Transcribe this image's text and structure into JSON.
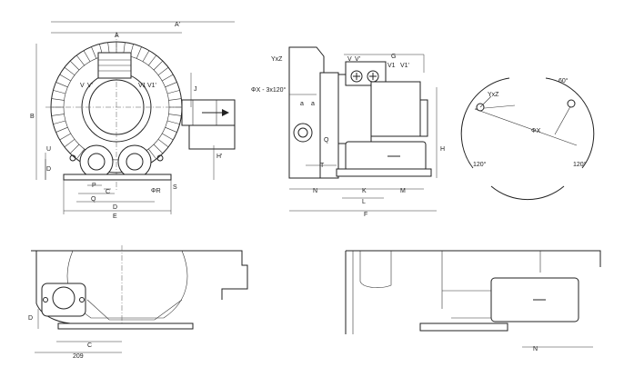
{
  "views": {
    "front": {
      "labels": {
        "A_prime": "A'",
        "A": "A",
        "B": "B",
        "U": "U",
        "D": "D",
        "V": "V",
        "V_prime": "V'",
        "V1": "V1",
        "V1_prime": "V1'",
        "J": "J",
        "H_prime": "H'",
        "P": "P",
        "C": "C",
        "Q": "Q",
        "D_bottom": "D",
        "E": "E",
        "PhiR": "ΦR",
        "S": "S"
      }
    },
    "side": {
      "labels": {
        "YxZ": "YxZ",
        "PhiX_holes": "ΦX - 3x120°",
        "a1": "a",
        "a2": "a",
        "V": "V",
        "V_prime": "V'",
        "V1": "V1",
        "V1_prime": "V1'",
        "G": "G",
        "Q": "Q",
        "T": "T",
        "H": "H",
        "N": "N",
        "K": "K",
        "M": "M",
        "L": "L",
        "F": "F"
      }
    },
    "flange": {
      "labels": {
        "YxZ": "YxZ",
        "angle_top": "60°",
        "PhiX": "ΦX",
        "angle_left": "120°",
        "angle_right": "120°"
      }
    },
    "bottom_left": {
      "labels": {
        "D": "D",
        "C": "C",
        "width": "209"
      }
    },
    "bottom_right": {
      "labels": {
        "N": "N"
      }
    }
  }
}
